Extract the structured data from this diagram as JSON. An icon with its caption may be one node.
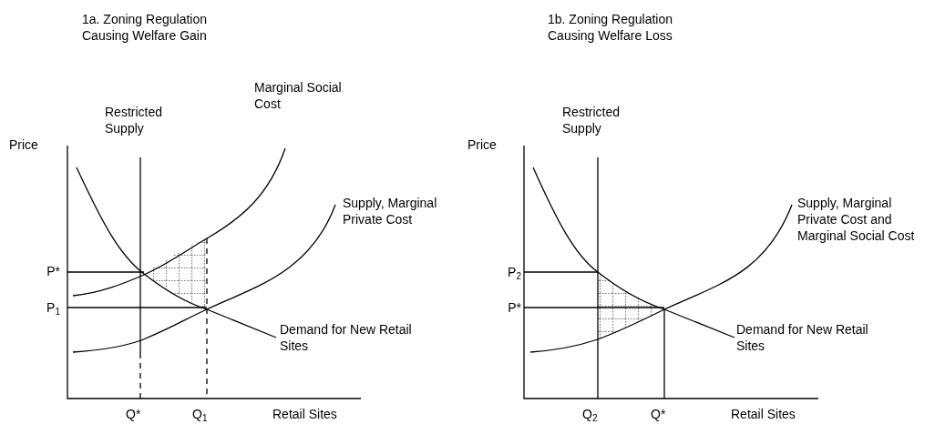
{
  "diagram": {
    "labels": [
      "1a. Zoning Regulation Causing Welfare Gain",
      "1b. Zoning Regulation Causing Welfare Loss",
      "Marginal Social Cost",
      "Restricted Supply",
      "Price",
      "Restricted Supply",
      "Price",
      "Supply, Marginal Private Cost",
      "Supply, Marginal Private Cost and Marginal Social Cost",
      "P*",
      "P$_{2}$",
      "P$_{1}$",
      "P*",
      "Demand for New Retail Sites",
      "Demand for New Retail Sites",
      "Q*",
      "Q$_{1}$",
      "Retail Sites",
      "Q$_{2}$",
      "Q*",
      "Retail Sites"
    ]
  }
}
